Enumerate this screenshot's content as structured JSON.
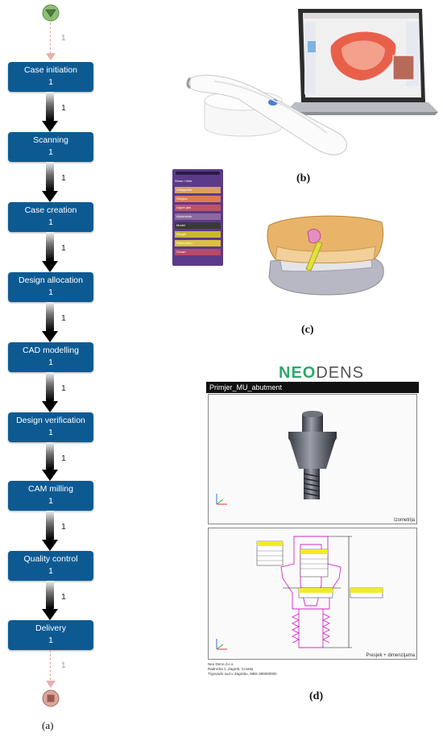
{
  "workflow": {
    "steps": [
      {
        "label": "Case initiation",
        "count": "1"
      },
      {
        "label": "Scanning",
        "count": "1"
      },
      {
        "label": "Case creation",
        "count": "1"
      },
      {
        "label": "Design allocation",
        "count": "1"
      },
      {
        "label": "CAD modelling",
        "count": "1"
      },
      {
        "label": "Design verification",
        "count": "1"
      },
      {
        "label": "CAM milling",
        "count": "1"
      },
      {
        "label": "Quality control",
        "count": "1"
      },
      {
        "label": "Delivery",
        "count": "1"
      }
    ],
    "connector_labels": [
      "1",
      "1",
      "1",
      "1",
      "1",
      "1",
      "1",
      "1",
      "1",
      "1"
    ],
    "colors": {
      "step_fill": "#0d5a93",
      "start_node": "#8bbf73",
      "end_node": "#c98a82"
    }
  },
  "captions": {
    "a": "(a)",
    "b": "(b)",
    "c": "(c)",
    "d": "(d)"
  },
  "panel_c_menu": {
    "header": "Show / Hide",
    "items": [
      "Antagonist",
      "Gingiva",
      "Upper jaw",
      "Abutments",
      "Model",
      "Margin",
      "Restoration",
      "Crown"
    ],
    "item_colors": [
      "#d9a062",
      "#e07a50",
      "#c0545e",
      "#8b6b9e",
      "#3a3a3a",
      "#c8b830",
      "#d9c040",
      "#b44a6a"
    ]
  },
  "panel_d": {
    "brand_neo": "NEO",
    "brand_dens": "DENS",
    "window_title": "Primjer_MU_abutment",
    "top_view_label": "Izometrija",
    "bottom_view_label": "Presjek + dimenzijama",
    "footer_line1": "Neo Dens d.o.o.",
    "footer_line2": "Radnicka 1, Zagreb, Croatia",
    "footer_line3": "Trgovacki sud u Zagrebu, MBS 080000000"
  }
}
